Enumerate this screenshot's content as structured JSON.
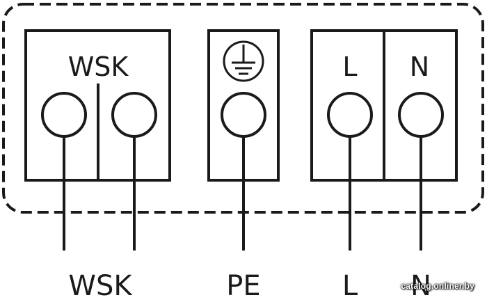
{
  "terminals": {
    "wsk_box_label": "WSK",
    "l_box_label": "L",
    "n_box_label": "N"
  },
  "outputs": {
    "wsk": "WSK",
    "pe": "PE",
    "l": "L",
    "n": "N"
  },
  "icons": {
    "earth": "earth-ground-icon"
  },
  "colors": {
    "line": "#1a1a1a"
  },
  "watermark": "catalog.onliner.by"
}
